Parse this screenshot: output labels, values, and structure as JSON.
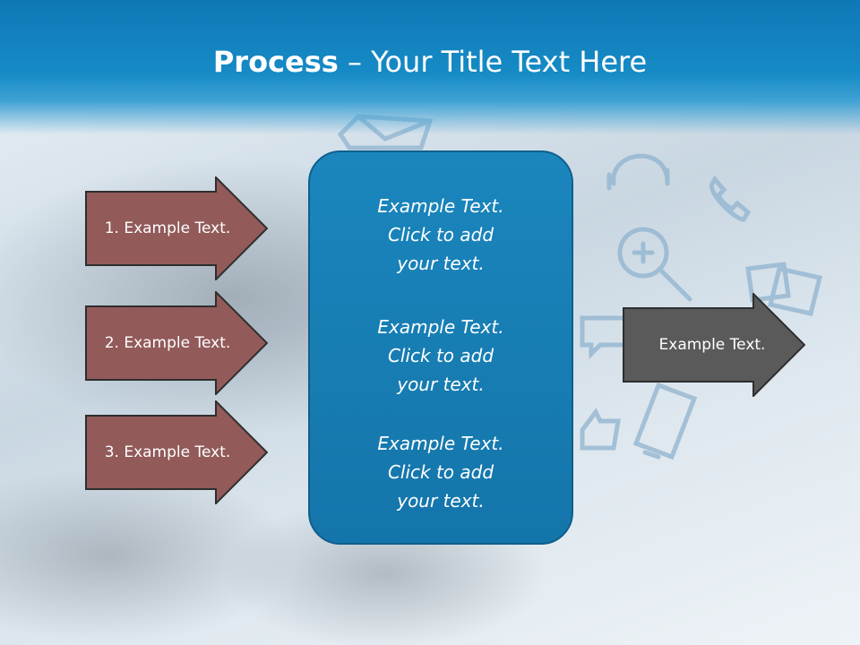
{
  "title": {
    "bold": "Process",
    "rest": " – Your Title Text Here"
  },
  "left_steps": [
    {
      "label": "1. Example Text."
    },
    {
      "label": "2. Example Text."
    },
    {
      "label": "3. Example Text."
    }
  ],
  "center_items": [
    {
      "lines": [
        "Example Text.",
        "Click  to add",
        "your text."
      ]
    },
    {
      "lines": [
        "Example Text.",
        "Click  to add",
        "your text."
      ]
    },
    {
      "lines": [
        "Example Text.",
        "Click  to add",
        "your text."
      ]
    }
  ],
  "right_arrow": {
    "label": "Example Text."
  },
  "colors": {
    "header": "#168bc6",
    "step_arrow_fill": "#935a5a",
    "center_box_fill": "#1a80b7",
    "right_arrow_fill": "#5a5a5a"
  }
}
